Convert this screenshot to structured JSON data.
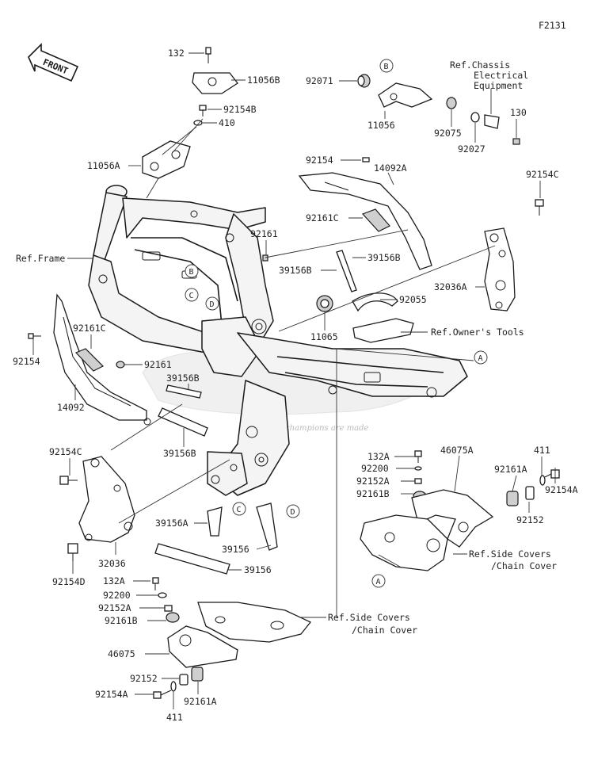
{
  "figure_code": "F2131",
  "front_arrow_label": "FRONT",
  "watermark_tagline": "champions are made",
  "callouts": {
    "a1": "A",
    "a2": "A",
    "b1": "B",
    "b2": "B",
    "c1": "C",
    "c2": "C",
    "d1": "D",
    "d2": "D"
  },
  "labels": {
    "p132_top": "132",
    "p11056B": "11056B",
    "p92154B": "92154B",
    "p410": "410",
    "p11056A": "11056A",
    "p92071": "92071",
    "ref_chassis_l1": "Ref.Chassis",
    "ref_chassis_l2": "Electrical",
    "ref_chassis_l3": "Equipment",
    "p11056": "11056",
    "p92075": "92075",
    "p92027": "92027",
    "p130": "130",
    "p92154_top": "92154",
    "p14092A": "14092A",
    "p92154C_right": "92154C",
    "p92161C_upper": "92161C",
    "p92161": "92161",
    "ref_frame": "Ref.Frame",
    "p39156B_right": "39156B",
    "p39156B_mid": "39156B",
    "p32036A": "32036A",
    "p92055": "92055",
    "p11065": "11065",
    "ref_owners_tools": "Ref.Owner's Tools",
    "p92161C_left": "92161C",
    "p92154_left": "92154",
    "p92161_left": "92161",
    "p39156B_left": "39156B",
    "p14092": "14092",
    "p39156B_lower": "39156B",
    "p92154C_left": "92154C",
    "p132A_right": "132A",
    "p92200_right": "92200",
    "p92152A_right": "92152A",
    "p92161B_right": "92161B",
    "p46075A": "46075A",
    "p411_right": "411",
    "p92161A_right": "92161A",
    "p92154A_right": "92154A",
    "p92152_right": "92152",
    "p39156A": "39156A",
    "p39156": "39156",
    "p39156_lower": "39156",
    "p32036": "32036",
    "p92154D": "92154D",
    "ref_side_l1": "Ref.Side Covers",
    "ref_side_l2": "/Chain Cover",
    "p132A_left": "132A",
    "p92200_left": "92200",
    "p92152A_left": "92152A",
    "p92161B_left": "92161B",
    "p46075": "46075",
    "ref_side2_l1": "Ref.Side Covers",
    "ref_side2_l2": "/Chain Cover",
    "p92152_left": "92152",
    "p92154A_left": "92154A",
    "p92161A_left": "92161A",
    "p411_left": "411"
  }
}
